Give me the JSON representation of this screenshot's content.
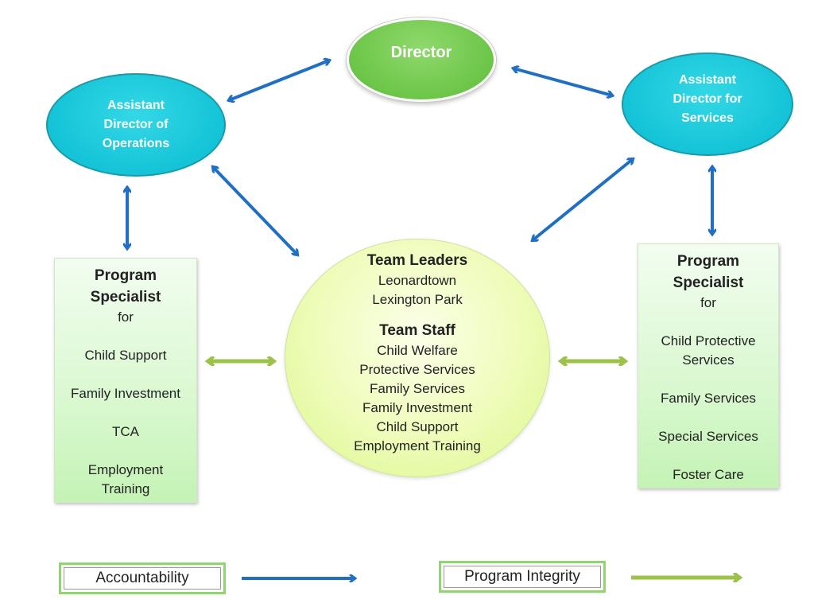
{
  "nodes": {
    "director": "Director",
    "asst_operations": [
      "Assistant",
      "Director of",
      "Operations"
    ],
    "asst_services": [
      "Assistant",
      "Director for",
      "Services"
    ]
  },
  "team": {
    "leaders_heading": "Team Leaders",
    "leaders": [
      "Leonardtown",
      "Lexington Park"
    ],
    "staff_heading": "Team Staff",
    "staff": [
      "Child Welfare",
      "Protective Services",
      "Family Services",
      "Family Investment",
      "Child Support",
      "Employment Training"
    ]
  },
  "left_specialist": {
    "heading": [
      "Program",
      "Specialist"
    ],
    "for": "for",
    "items": [
      "Child Support",
      "Family Investment",
      "TCA",
      "Employment",
      "Training"
    ]
  },
  "right_specialist": {
    "heading": [
      "Program",
      "Specialist"
    ],
    "for": "for",
    "items": [
      "Child Protective",
      "Services",
      "Family Services",
      "Special Services",
      "Foster Care"
    ]
  },
  "legend": {
    "accountability": "Accountability",
    "program_integrity": "Program Integrity"
  },
  "colors": {
    "accountability_arrow": "#1f6fc6",
    "integrity_arrow": "#9cc24a",
    "director_fill": "#6cc648",
    "assistant_fill": "#12c2d6"
  }
}
